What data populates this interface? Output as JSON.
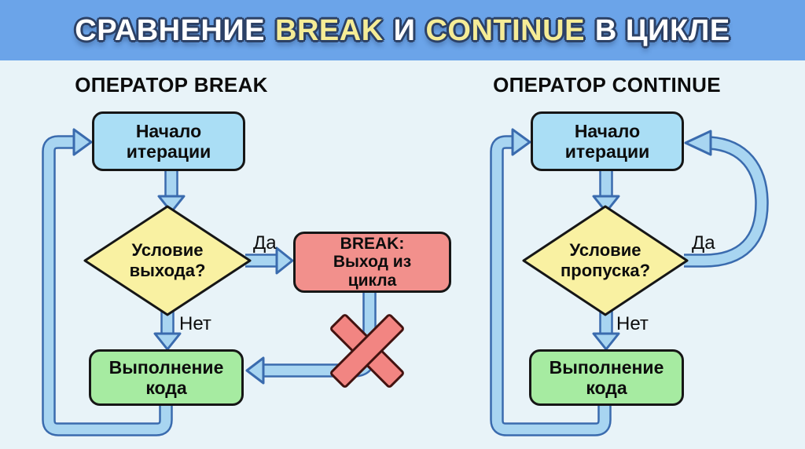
{
  "page": {
    "background": "#e8f3f8"
  },
  "header": {
    "bg_color": "#6ba4e9",
    "parts": [
      {
        "text": "СРАВНЕНИЕ",
        "color": "#ffffff"
      },
      {
        "text": "BREAK",
        "color": "#f5ec96"
      },
      {
        "text": "И",
        "color": "#ffffff"
      },
      {
        "text": "CONTINUE",
        "color": "#f5ec96"
      },
      {
        "text": "В ЦИКЛЕ",
        "color": "#ffffff"
      }
    ]
  },
  "palette": {
    "node_start": "#aadef5",
    "node_condition": "#f9f1a2",
    "node_break": "#f2908c",
    "node_body": "#a6eba1",
    "node_border": "#161616",
    "arrow_fill": "#a8d5f1",
    "arrow_outline": "#3a6bae",
    "cross": "#f28582"
  },
  "left": {
    "heading": "ОПЕРАТОР BREAK",
    "nodes": {
      "start": {
        "label": "Начало\nитерации"
      },
      "condition": {
        "label": "Условие\nвыхода?"
      },
      "break_exit": {
        "label": "BREAK:\nВыход из\nцикла"
      },
      "body": {
        "label": "Выполнение\nкода"
      }
    },
    "labels": {
      "yes": "Да",
      "no": "Нет"
    }
  },
  "right": {
    "heading": "ОПЕРАТОР CONTINUE",
    "nodes": {
      "start": {
        "label": "Начало\nитерации"
      },
      "condition": {
        "label": "Условие\nпропуска?"
      },
      "body": {
        "label": "Выполнение\nкода"
      }
    },
    "labels": {
      "yes": "Да",
      "no": "Нет"
    }
  }
}
